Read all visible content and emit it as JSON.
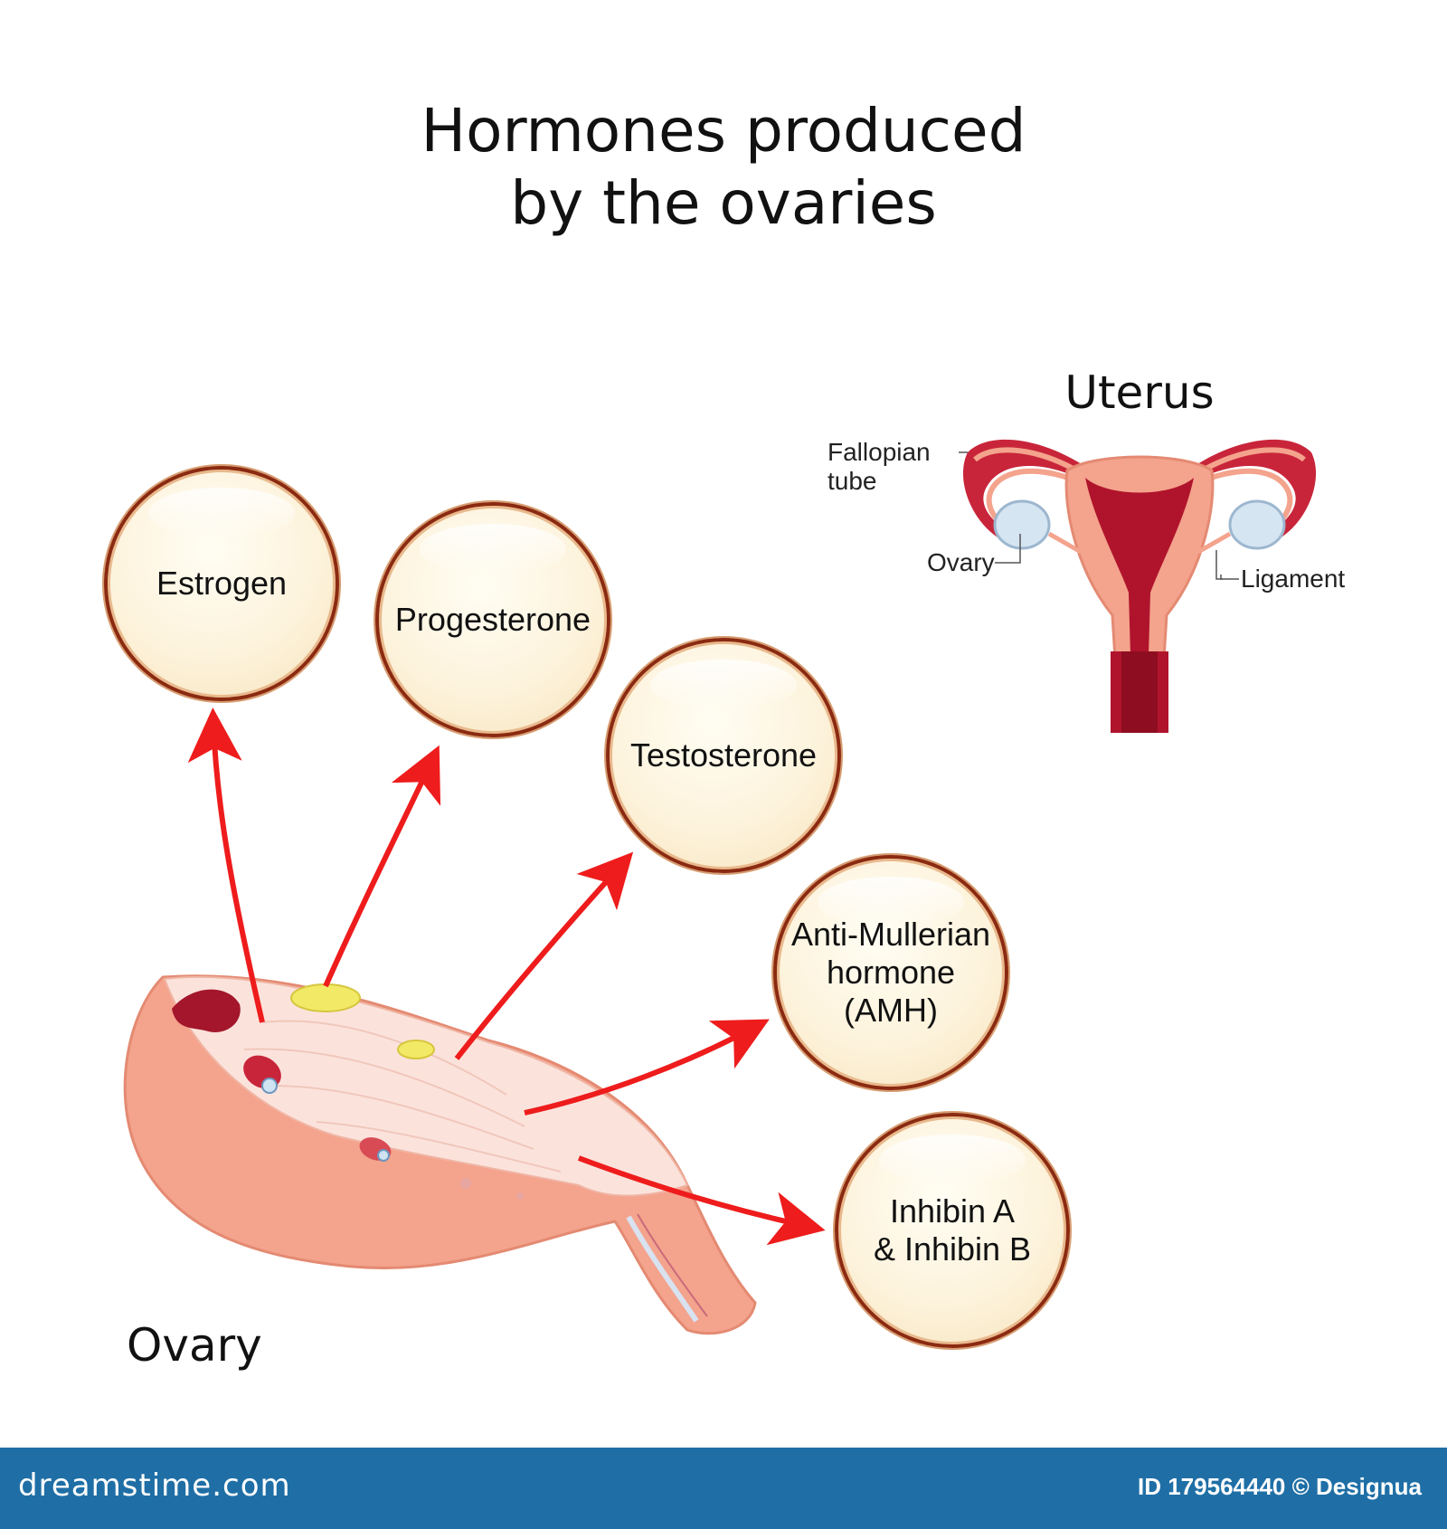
{
  "title": {
    "line1": "Hormones produced",
    "line2": "by the ovaries"
  },
  "uterus": {
    "title": "Uterus",
    "labels": {
      "fallopian_tube_line1": "Fallopian",
      "fallopian_tube_line2": "tube",
      "ovary": "Ovary",
      "ligament": "Ligament"
    }
  },
  "ovary": {
    "title": "Ovary"
  },
  "hormones": [
    {
      "lines": [
        "Estrogen"
      ]
    },
    {
      "lines": [
        "Progesterone"
      ]
    },
    {
      "lines": [
        "Testosterone"
      ]
    },
    {
      "lines": [
        "Anti-Mullerian",
        "hormone",
        "(AMH)"
      ]
    },
    {
      "lines": [
        "Inhibin A",
        "& Inhibin B"
      ]
    }
  ],
  "footer": {
    "brand": "dreamstime.com",
    "id_text": "ID 179564440 © Designua"
  },
  "colors": {
    "arrow": "#ee1c1c",
    "bubble_border": "#8b2a10",
    "tissue": "#f4a38d",
    "footer_bg": "#1f6fa6"
  }
}
